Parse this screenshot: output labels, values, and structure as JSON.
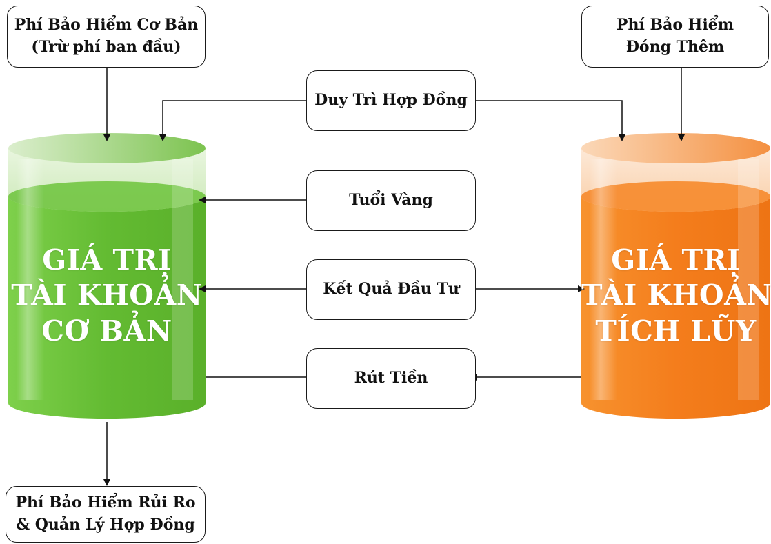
{
  "boxes": {
    "base_premium": {
      "line1": "Phí Bảo Hiểm Cơ Bản",
      "line2": "(Trừ phí ban đầu)"
    },
    "topup_premium": {
      "line1": "Phí Bảo Hiểm",
      "line2": "Đóng Thêm"
    },
    "maintain_contract": {
      "label": "Duy Trì Hợp Đồng"
    },
    "golden_age": {
      "label": "Tuổi Vàng"
    },
    "investment_result": {
      "label": "Kết Quả Đầu Tư"
    },
    "withdrawal": {
      "label": "Rút Tiền"
    },
    "risk_fees": {
      "line1": "Phí Bảo Hiểm Rủi Ro",
      "line2": "& Quản Lý Hợp Đồng"
    }
  },
  "tanks": {
    "base_account": {
      "line1": "GIÁ TRỊ",
      "line2": "TÀI KHOẢN",
      "line3": "CƠ BẢN",
      "color": "#6cbf3e"
    },
    "accumulated_account": {
      "line1": "GIÁ TRỊ",
      "line2": "TÀI KHOẢN",
      "line3": "TÍCH LŨY",
      "color": "#f58220"
    }
  }
}
